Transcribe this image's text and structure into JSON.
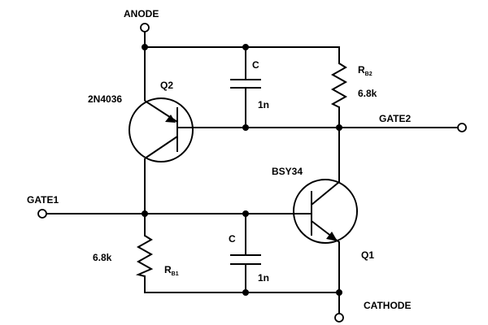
{
  "terminals": {
    "anode": "ANODE",
    "cathode": "CATHODE",
    "gate1": "GATE1",
    "gate2": "GATE2"
  },
  "transistors": {
    "q2": {
      "designator": "Q2",
      "part": "2N4036"
    },
    "q1": {
      "designator": "Q1",
      "part": "BSY34"
    }
  },
  "capacitors": {
    "upper": {
      "name": "C",
      "value": "1n"
    },
    "lower": {
      "name": "C",
      "value": "1n"
    }
  },
  "resistors": {
    "rb2": {
      "name_main": "R",
      "name_sub": "B2",
      "value": "6.8k"
    },
    "rb1": {
      "name_main": "R",
      "name_sub": "B1",
      "value": "6.8k"
    }
  }
}
